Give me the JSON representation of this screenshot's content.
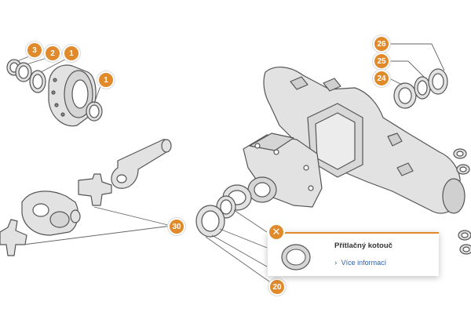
{
  "callouts": {
    "c3": "3",
    "c2": "2",
    "c1a": "1",
    "c1b": "1",
    "c26": "26",
    "c25": "25",
    "c24": "24",
    "c30": "30",
    "c20": "20"
  },
  "popup": {
    "title": "Přítlačný kotouč",
    "link_label": "Více informací",
    "close_icon": "close-icon",
    "chevron_icon": "chevron-right-icon"
  },
  "colors": {
    "accent": "#e08a2c",
    "part_fill": "#e2e2e2",
    "part_stroke": "#555555",
    "link": "#2d5fa8"
  }
}
